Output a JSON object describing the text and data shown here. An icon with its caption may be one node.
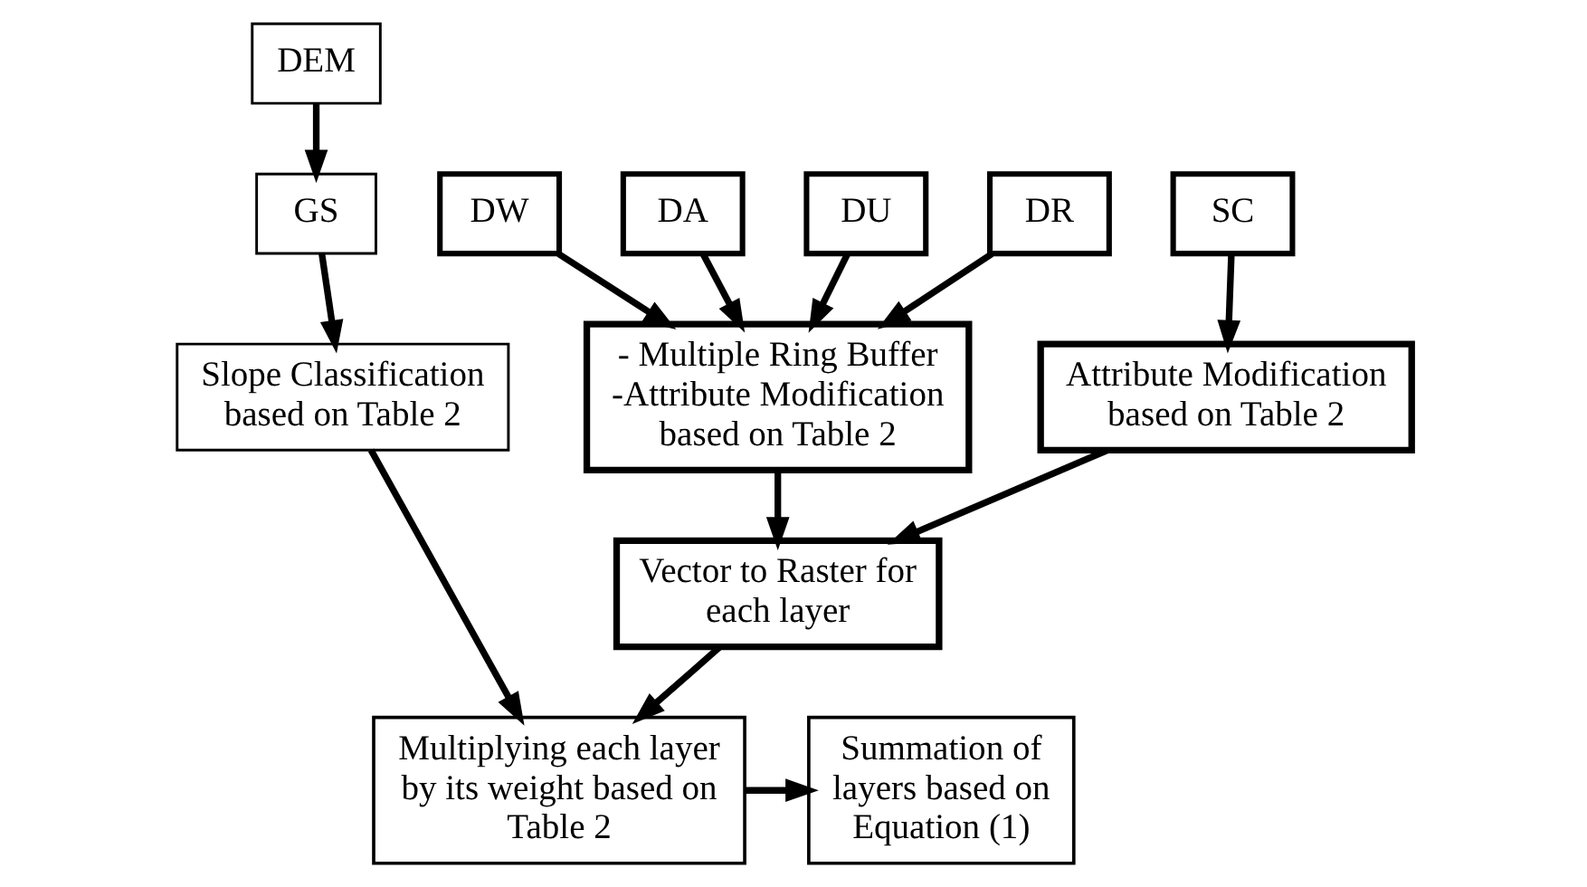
{
  "diagram": {
    "nodes": [
      {
        "text": [
          "DEM"
        ]
      },
      {
        "text": [
          "GS"
        ]
      },
      {
        "text": [
          "Slope Classification based on Table 2"
        ]
      },
      {
        "text": [
          "DW"
        ]
      },
      {
        "text": [
          "DA"
        ]
      },
      {
        "text": [
          "DU"
        ]
      },
      {
        "text": [
          "DR"
        ]
      },
      {
        "text": [
          "SC"
        ]
      },
      {
        "text": [
          "- Multiple Ring Buffer",
          "-Attribute Modification based on Table 2"
        ]
      },
      {
        "text": [
          "Attribute Modification based on Table 2"
        ]
      },
      {
        "text": [
          "Vector to Raster for each layer"
        ]
      },
      {
        "text": [
          "Multiplying each layer by its weight based on Table 2"
        ]
      },
      {
        "text": [
          "Summation of layers based on Equation (1)"
        ]
      }
    ],
    "edges": [
      {
        "from": 0,
        "to": 1,
        "arrow": "to"
      },
      {
        "from": 1,
        "to": 2,
        "arrow": "to"
      },
      {
        "from": 3,
        "to": 8,
        "arrow": "to"
      },
      {
        "from": 4,
        "to": 8,
        "arrow": "to"
      },
      {
        "from": 5,
        "to": 8,
        "arrow": "to"
      },
      {
        "from": 6,
        "to": 8,
        "arrow": "to"
      },
      {
        "from": 7,
        "to": 9,
        "arrow": "to"
      },
      {
        "from": 8,
        "to": 10,
        "arrow": "to"
      },
      {
        "from": 9,
        "to": 10,
        "arrow": "to"
      },
      {
        "from": 10,
        "to": 11,
        "arrow": "to"
      },
      {
        "from": 2,
        "to": 11,
        "arrow": "to"
      },
      {
        "from": 11,
        "to": 12,
        "arrow": "to"
      }
    ]
  }
}
